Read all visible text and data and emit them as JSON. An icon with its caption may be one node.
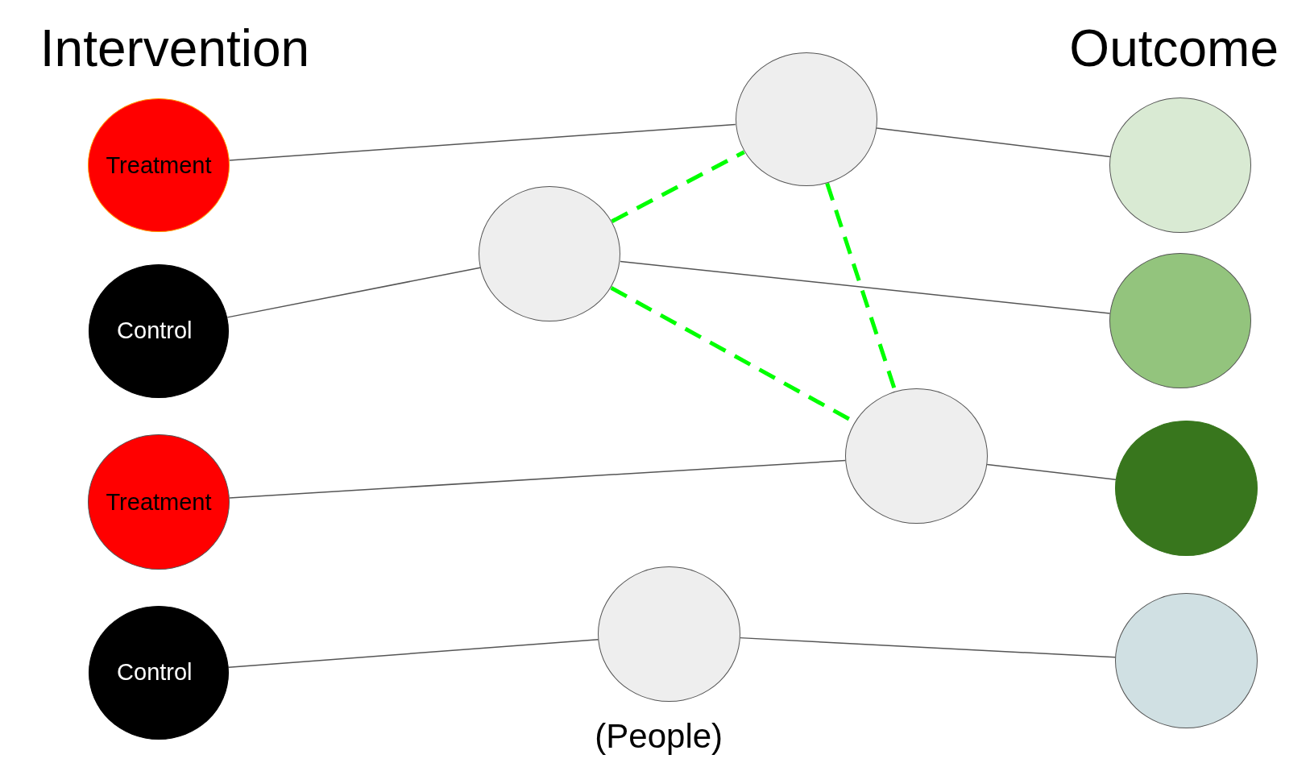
{
  "diagram": {
    "nodes": [
      {
        "text": [
          "Treatment"
        ]
      },
      {
        "text": [
          "Control"
        ]
      },
      {
        "text": [
          "Treatment"
        ]
      },
      {
        "text": [
          "Control"
        ]
      },
      {
        "text": [],
        "shape": "circle"
      },
      {
        "text": [],
        "shape": "circle"
      },
      {
        "text": [],
        "shape": "circle"
      },
      {
        "text": [],
        "shape": "circle"
      },
      {
        "text": [],
        "shape": "circle"
      },
      {
        "text": [],
        "shape": "circle"
      },
      {
        "text": [],
        "shape": "circle"
      },
      {
        "text": [],
        "shape": "circle"
      }
    ],
    "edges": [
      {
        "from": 0,
        "to": 4,
        "arrow": "none"
      },
      {
        "from": 4,
        "to": 8,
        "arrow": "none"
      },
      {
        "from": 1,
        "to": 5,
        "arrow": "none"
      },
      {
        "from": 5,
        "to": 9,
        "arrow": "none"
      },
      {
        "from": 2,
        "to": 6,
        "arrow": "none"
      },
      {
        "from": 6,
        "to": 10,
        "arrow": "none"
      },
      {
        "from": 3,
        "to": 7,
        "arrow": "none"
      },
      {
        "from": 7,
        "to": 11,
        "arrow": "none"
      },
      {
        "from": 5,
        "to": 4,
        "arrow": "none",
        "style": "dashed",
        "color": "#00ff00"
      },
      {
        "from": 5,
        "to": 6,
        "arrow": "none",
        "style": "dashed",
        "color": "#00ff00"
      },
      {
        "from": 4,
        "to": 6,
        "arrow": "none",
        "style": "dashed",
        "color": "#00ff00"
      }
    ],
    "labels": [
      "Intervention",
      "Outcome",
      "(People)"
    ]
  }
}
